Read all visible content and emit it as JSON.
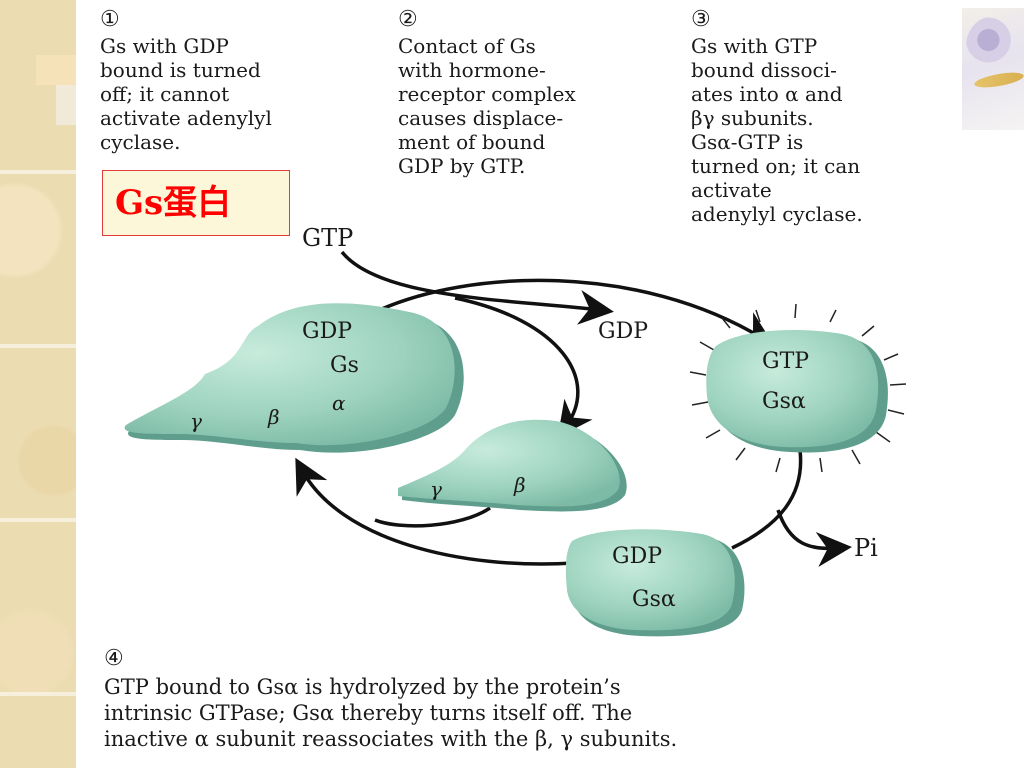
{
  "steps": [
    {
      "number": "①",
      "lines": [
        "Gs with GDP",
        "bound is turned",
        "off; it cannot",
        "activate adenylyl",
        "cyclase."
      ]
    },
    {
      "number": "②",
      "lines": [
        "Contact of Gs",
        "with hormone-",
        "receptor complex",
        "causes displace-",
        "ment of bound",
        "GDP by GTP."
      ]
    },
    {
      "number": "③",
      "lines": [
        "Gs with GTP",
        "bound dissoci-",
        "ates into α and",
        "βγ subunits.",
        "Gsα-GTP is",
        "turned on; it can",
        "activate",
        "adenylyl cyclase."
      ]
    },
    {
      "number": "④",
      "lines": [
        "GTP bound to Gsα is hydrolyzed by the protein’s",
        "intrinsic GTPase; Gsα thereby turns itself off. The",
        "inactive α subunit reassociates with the β, γ subunits."
      ]
    }
  ],
  "highlight_label": "Gs蛋白",
  "diagram": {
    "gtp_in": "GTP",
    "gdp_out": "GDP",
    "pi_out": "Pi",
    "complex": {
      "gdp": "GDP",
      "gs": "Gs",
      "alpha": "α",
      "beta": "β",
      "gamma": "γ"
    },
    "active_alpha": {
      "gtp": "GTP",
      "gs_alpha": "Gsα"
    },
    "free_beta_gamma": {
      "gamma": "γ",
      "beta": "β"
    },
    "inactive_alpha": {
      "gdp": "GDP",
      "gs_alpha": "Gsα"
    }
  },
  "colors": {
    "blob_fill": "#9fd4c0",
    "blob_shadow": "#5f9e8c",
    "label_border": "#e23b3b",
    "label_text": "#ff0000",
    "label_bg": "#fbf7d8"
  }
}
